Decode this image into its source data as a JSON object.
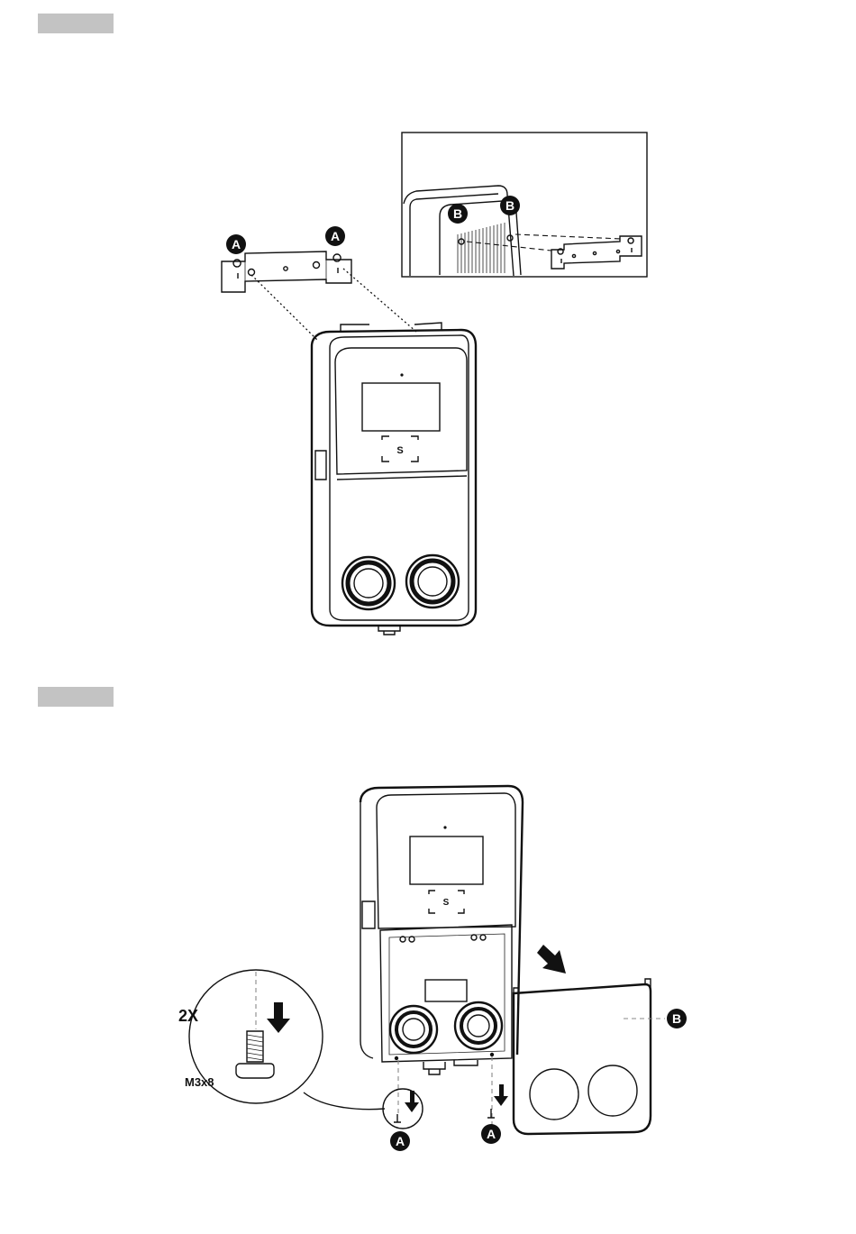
{
  "steps": [
    {
      "id": "step-1",
      "bar_color": "#c3c3c3"
    },
    {
      "id": "step-2",
      "bar_color": "#c3c3c3"
    }
  ],
  "callouts": {
    "bracket_hole": "A",
    "inset_hook": "B",
    "screw_point": "A",
    "front_cover": "B"
  },
  "screw_detail": {
    "quantity": "2X",
    "size": "M3x8"
  },
  "icons": [
    "down-arrow-icon",
    "diagonal-arrow-icon",
    "screw-icon",
    "rfid-card-icon"
  ],
  "colors": {
    "line": "#111111",
    "step_bar": "#c3c3c3",
    "badge": "#111111"
  }
}
